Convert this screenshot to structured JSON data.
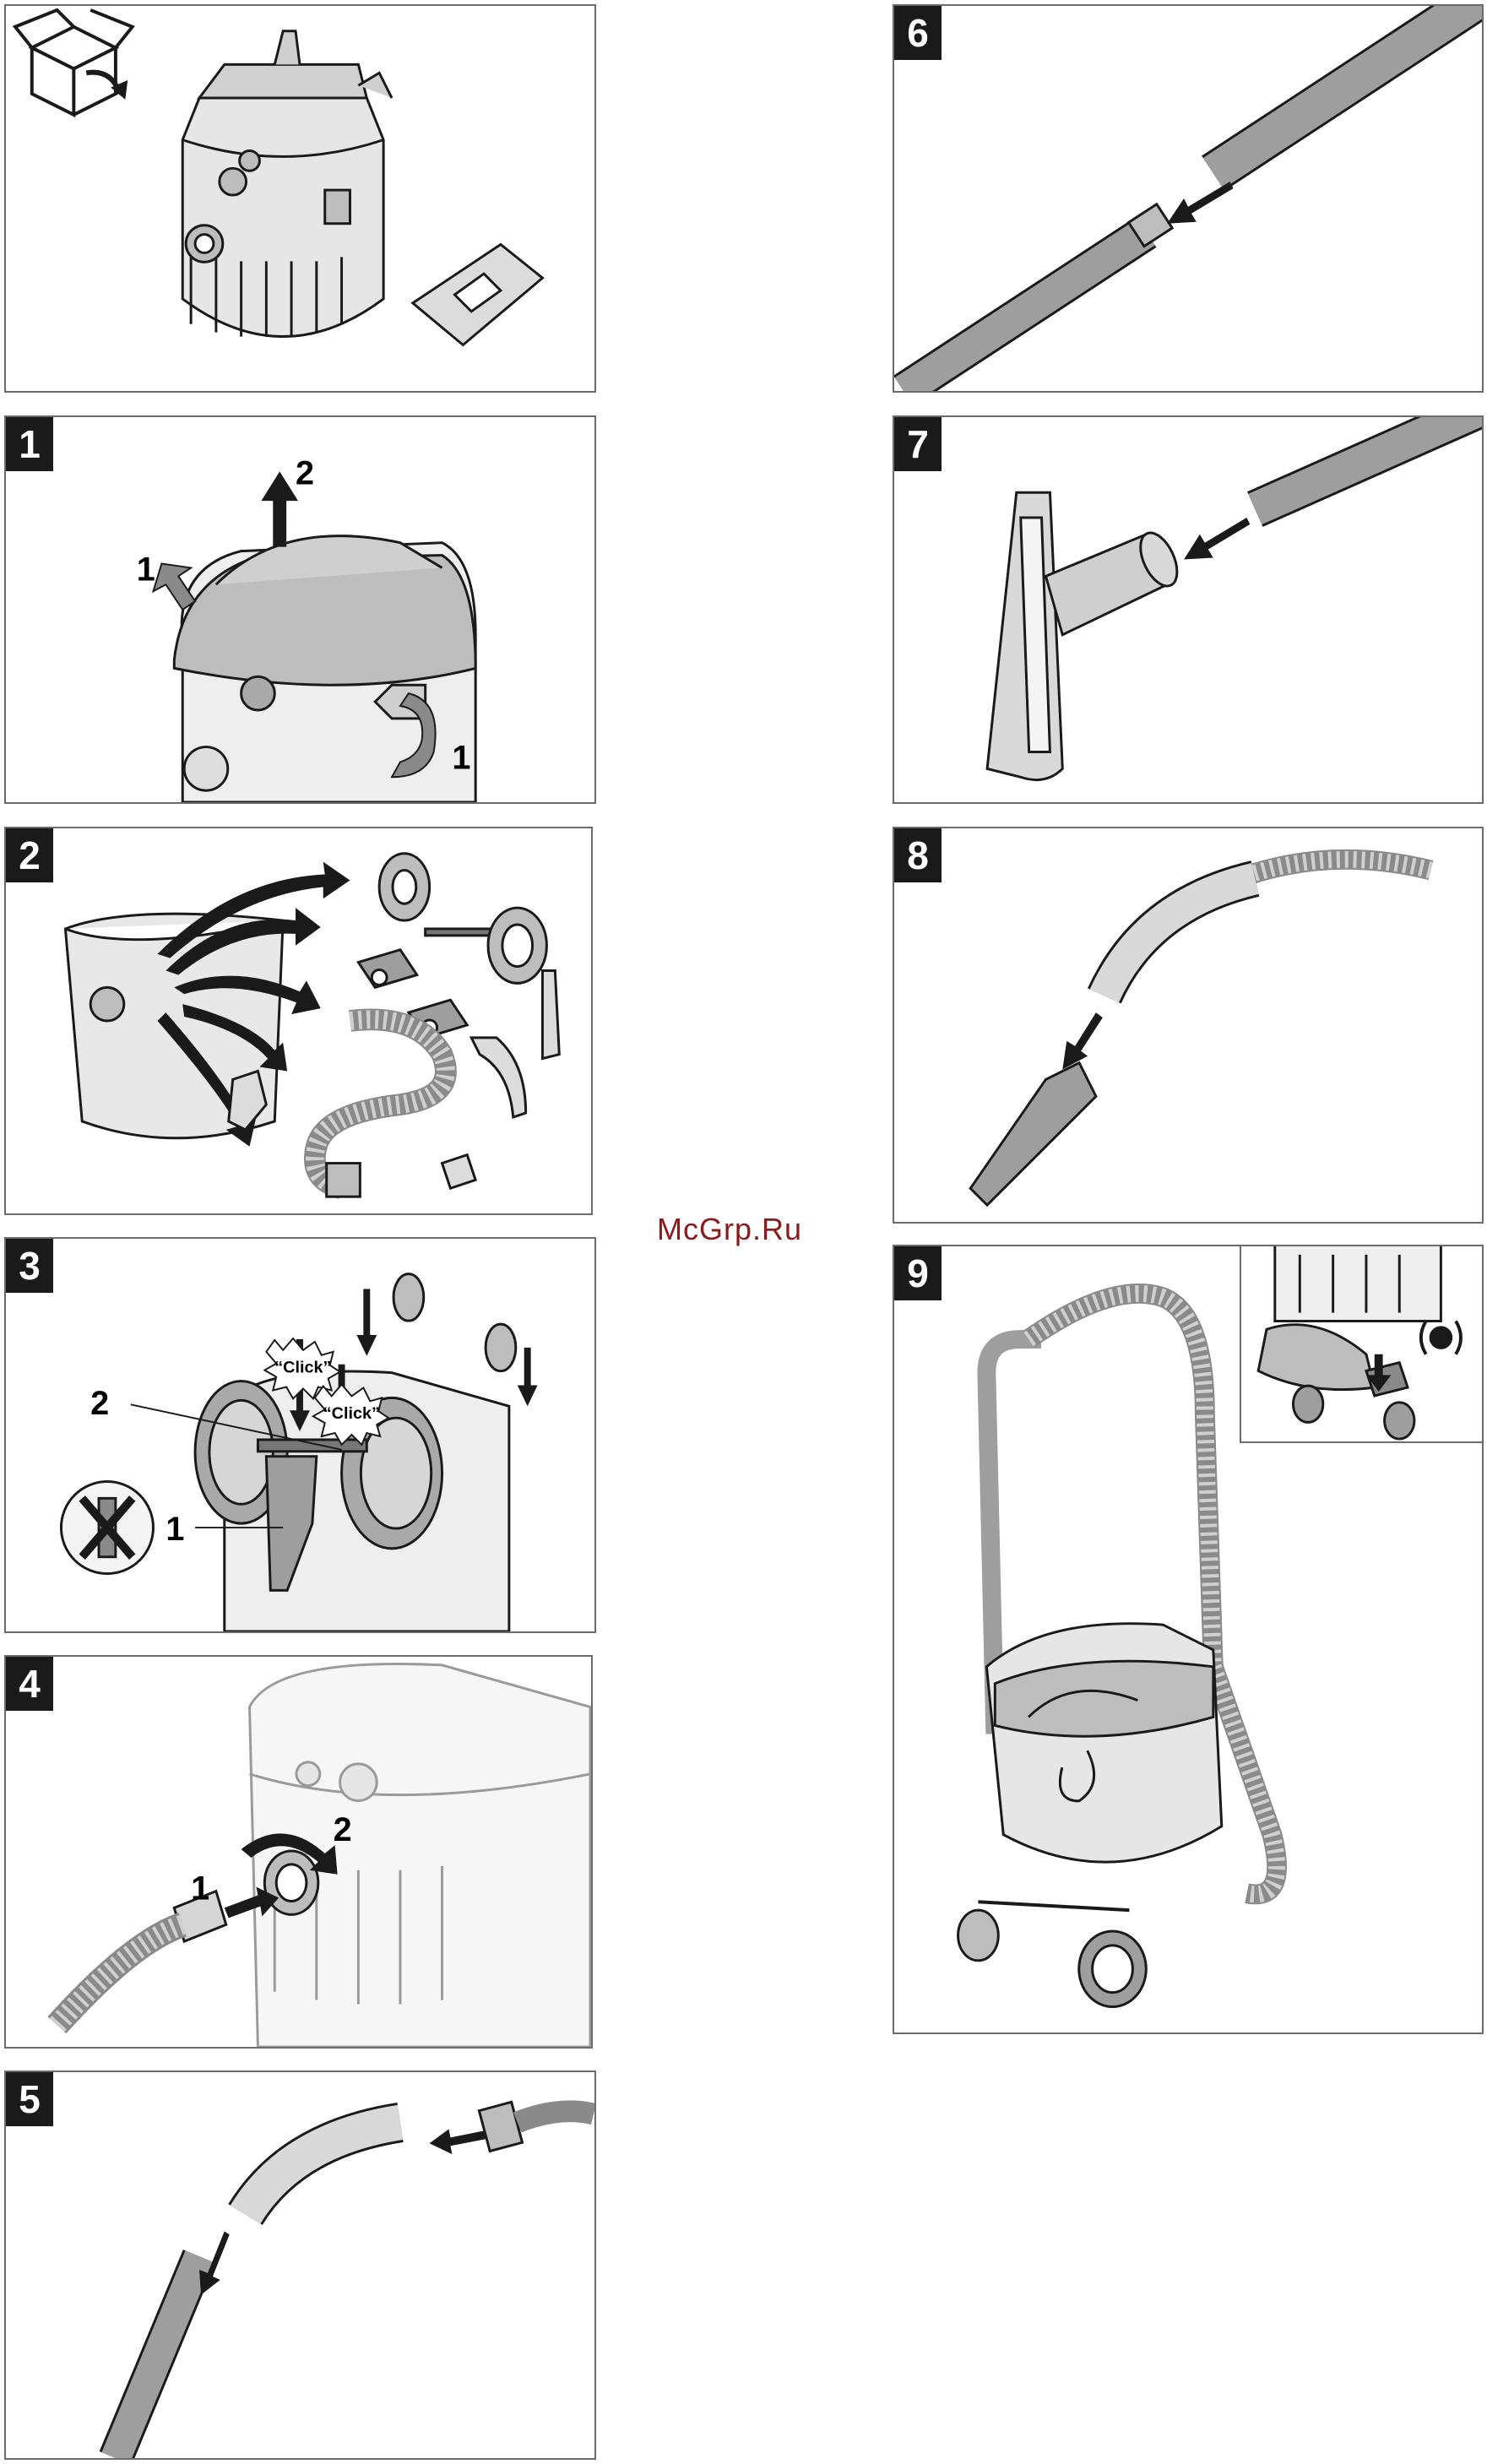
{
  "watermark": "McGrp.Ru",
  "steps": [
    {
      "number": "1",
      "callouts": [
        "1",
        "2",
        "1"
      ]
    },
    {
      "number": "2",
      "callouts": []
    },
    {
      "number": "3",
      "callouts": [
        "2",
        "1"
      ],
      "sounds": [
        "“Click”",
        "“Click”"
      ]
    },
    {
      "number": "4",
      "callouts": [
        "1",
        "2"
      ]
    },
    {
      "number": "5",
      "callouts": []
    },
    {
      "number": "6",
      "callouts": []
    },
    {
      "number": "7",
      "callouts": []
    },
    {
      "number": "8",
      "callouts": []
    },
    {
      "number": "9",
      "callouts": []
    }
  ],
  "colors": {
    "frame": "#6b6b6b",
    "badge": "#1a1a1a",
    "part_fill": "#d9d9d9",
    "tube_fill": "#9e9e9e",
    "line": "#1a1a1a"
  }
}
